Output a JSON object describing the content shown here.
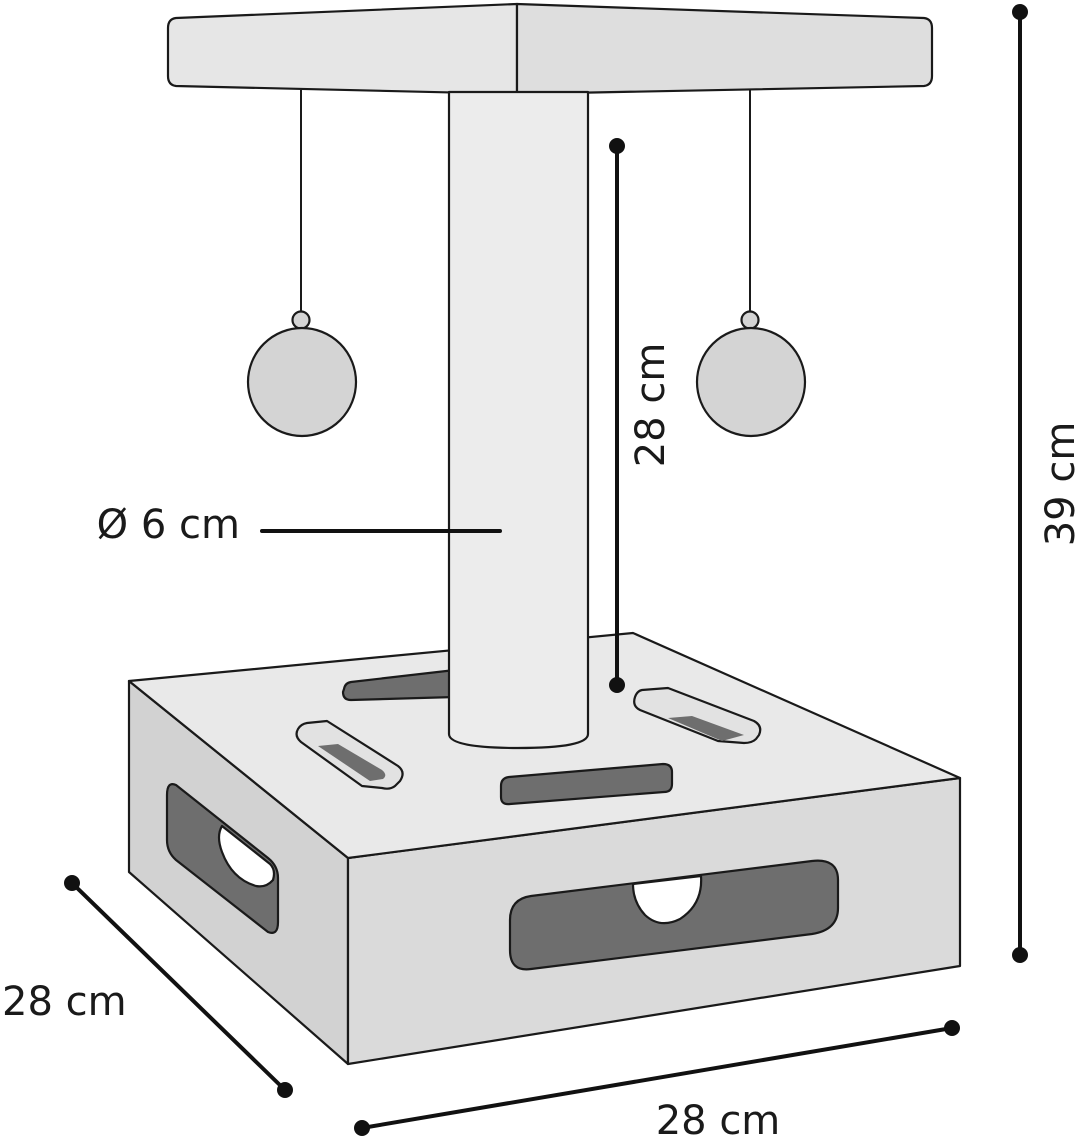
{
  "dimensions": {
    "diameter": "Ø 6 cm",
    "post_height": "28 cm",
    "total_height": "39 cm",
    "depth": "28 cm",
    "width": "28 cm"
  },
  "colors": {
    "outline": "#1a1a1a",
    "platform_top": "#e6e6e6",
    "platform_side": "#dcdcdc",
    "post": "#ececec",
    "base_top": "#e8e8e8",
    "base_front": "#d9d9d9",
    "base_side": "#cfcfcf",
    "slot_dark": "#6e6e6e",
    "ball": "#d4d4d4",
    "dimension_line": "#111111"
  }
}
